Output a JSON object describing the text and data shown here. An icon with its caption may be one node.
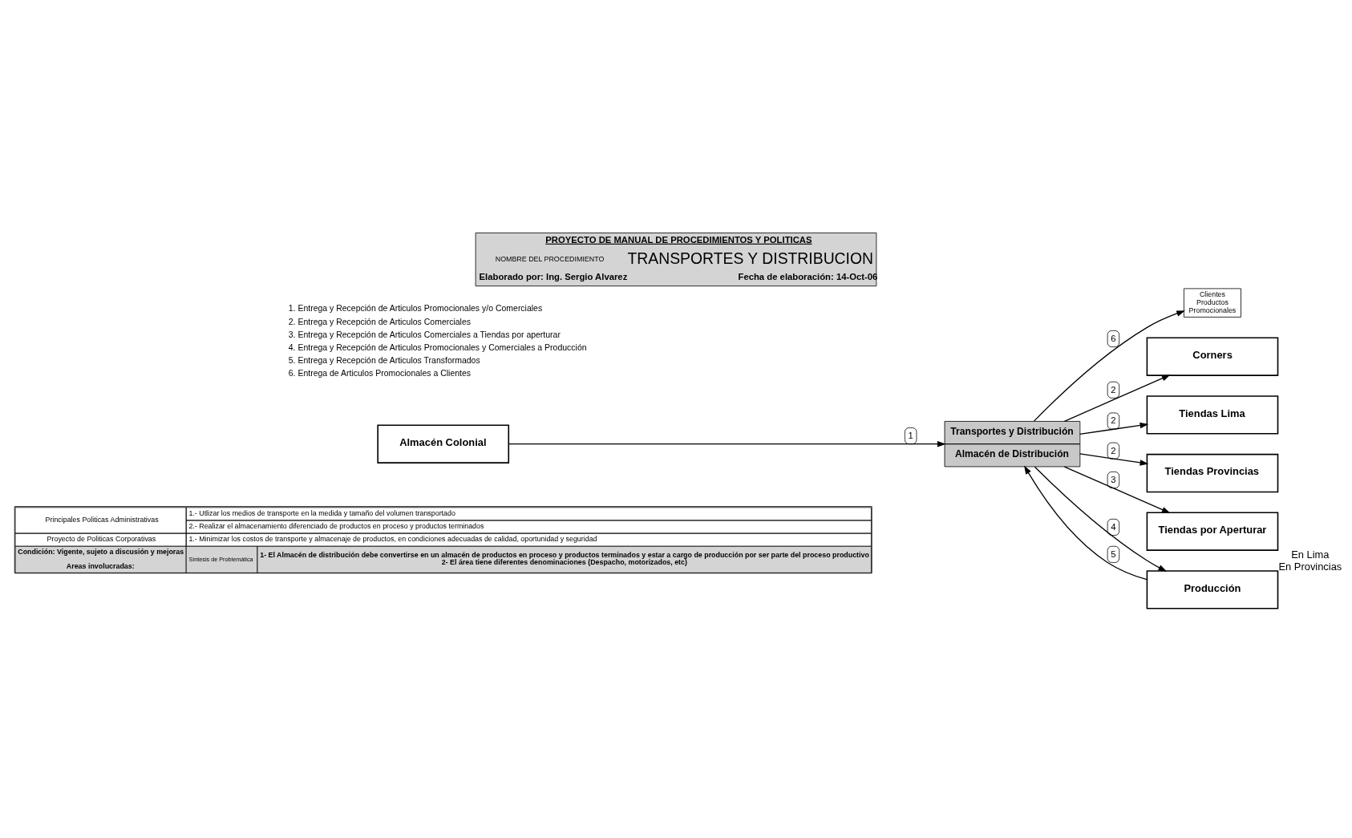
{
  "diagram": {
    "title": "TRANSPORTES Y DISTRIBUCION",
    "nodes": [
      {
        "text": [
          "Almacén Colonial"
        ]
      },
      {
        "text": [
          "Transportes y Distribución",
          "Almacén de Distribución"
        ]
      },
      {
        "text": [
          "Clientes Productos Promocionales"
        ]
      },
      {
        "text": [
          "Corners"
        ]
      },
      {
        "text": [
          "Tiendas Lima"
        ]
      },
      {
        "text": [
          "Tiendas Provincias"
        ]
      },
      {
        "text": [
          "Tiendas por Aperturar"
        ],
        "beside": [
          "En Lima",
          "En Provincias"
        ]
      },
      {
        "text": [
          "Producción"
        ]
      }
    ],
    "edges": [
      {
        "from": 0,
        "to": 1,
        "arrow": "to",
        "label": "1"
      },
      {
        "from": 1,
        "to": 3,
        "arrow": "to",
        "label": "2"
      },
      {
        "from": 1,
        "to": 4,
        "arrow": "to",
        "label": "2"
      },
      {
        "from": 1,
        "to": 5,
        "arrow": "to",
        "label": "2"
      },
      {
        "from": 1,
        "to": 6,
        "arrow": "to",
        "label": "3"
      },
      {
        "from": 1,
        "to": 7,
        "arrow": "to",
        "label": "4"
      },
      {
        "from": 7,
        "to": 1,
        "arrow": "to",
        "label": "5"
      },
      {
        "from": 1,
        "to": 2,
        "arrow": "to",
        "label": "6"
      }
    ],
    "labels": [
      "PROYECTO DE MANUAL DE PROCEDIMIENTOS Y POLITICAS",
      "NOMBRE DEL PROCEDIMIENTO",
      "Elaborado por: Ing. Sergio Alvarez",
      "Fecha de elaboración: 14-Oct-06",
      "1. Entrega y Recepción de Articulos Promocionales y/o Comerciales",
      "2. Entrega y Recepción de Articulos Comerciales",
      "3. Entrega y Recepción de Articulos Comerciales a Tiendas por aperturar",
      "4. Entrega y Recepción de Articulos Promocionales y Comerciales a Producción",
      "5. Entrega y Recepción de Articulos Transformados",
      "6. Entrega de Articulos Promocionales a Clientes",
      "Principales Politicas Administrativas",
      "1.- Utlizar los medios de transporte en la medida y tamaño del volumen transportado",
      "2.- Realizar el almacenamiento diferenciado de productos en proceso y productos terminados",
      "Proyecto de Politicas Corporativas",
      "1.- Minimizar los costos de transporte y almacenaje de productos, en condiciones adecuadas de calidad, oportunidad y seguridad",
      "Condición: Vigente, sujeto a discusión y mejoras",
      "Areas involucradas:",
      "Síntesis de Problemática",
      "1- El Almacén de distribución debe convertirse en un almacén de productos en proceso y productos terminados y estar a cargo de producción por ser parte del proceso productivo",
      "2- El área tiene diferentes denominaciones (Despacho, motorizados, etc)"
    ]
  }
}
